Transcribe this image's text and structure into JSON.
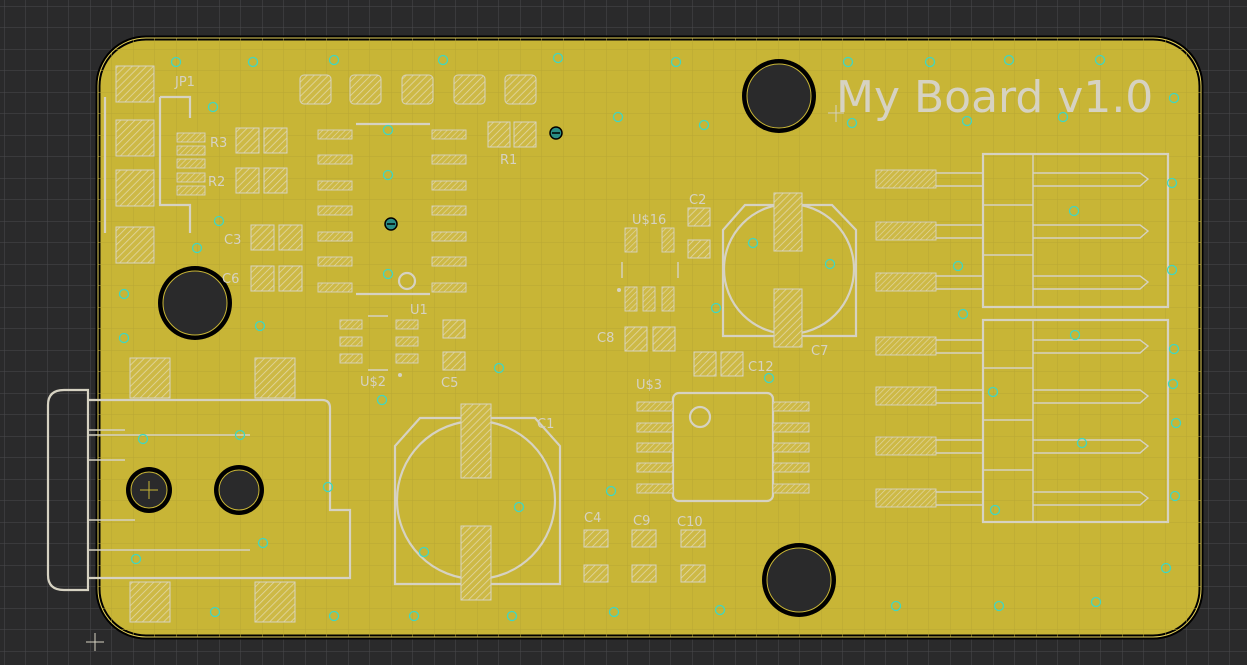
{
  "board": {
    "title": "My Board v1.0",
    "colors": {
      "background": "#2a2a2b",
      "copper": "#c8b536",
      "silkscreen": "#d6d2c2",
      "via": "#3fd7c2",
      "outline": "#000000"
    }
  },
  "components": {
    "jp1": "JP1",
    "r3": "R3",
    "r2": "R2",
    "c3": "C3",
    "c6": "C6",
    "u1": "U1",
    "u2": "U$2",
    "c5": "C5",
    "r1": "R1",
    "u16": "U$16",
    "c2": "C2",
    "c7": "C7",
    "c8": "C8",
    "c12": "C12",
    "u3": "U$3",
    "c1": "C1",
    "c4": "C4",
    "c9": "C9",
    "c10": "C10"
  }
}
